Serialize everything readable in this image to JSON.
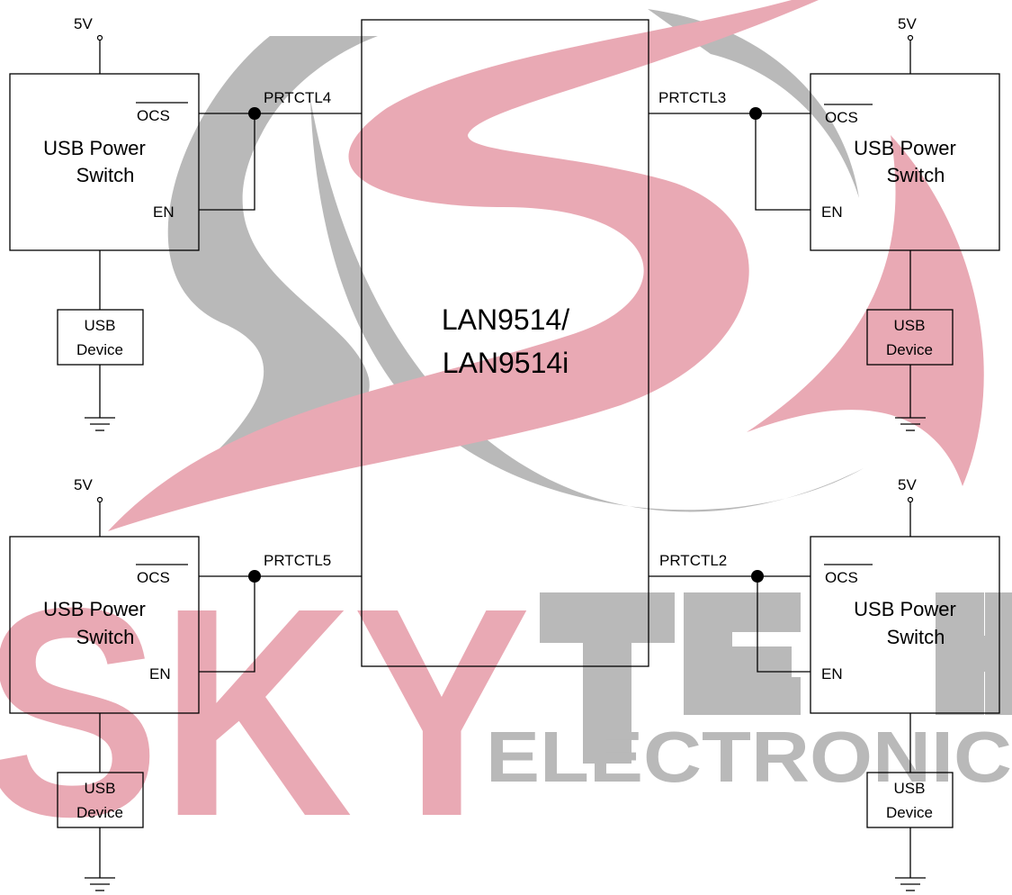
{
  "chip": {
    "line1": "LAN9514/",
    "line2": "LAN9514i"
  },
  "supply_label": "5V",
  "switch": {
    "ocs_label": "OCS",
    "line1": "USB Power",
    "line2": "Switch",
    "en_label": "EN"
  },
  "device": {
    "line1": "USB",
    "line2": "Device"
  },
  "ports": {
    "top_left": "PRTCTL4",
    "top_right": "PRTCTL3",
    "bottom_left": "PRTCTL5",
    "bottom_right": "PRTCTL2"
  },
  "watermark": {
    "brand": "SKYTECH",
    "sub": "ELECTRONIC"
  },
  "colors": {
    "watermark_red": "#e9a9b4",
    "watermark_grey": "#b9b9b9",
    "line": "#000000"
  }
}
